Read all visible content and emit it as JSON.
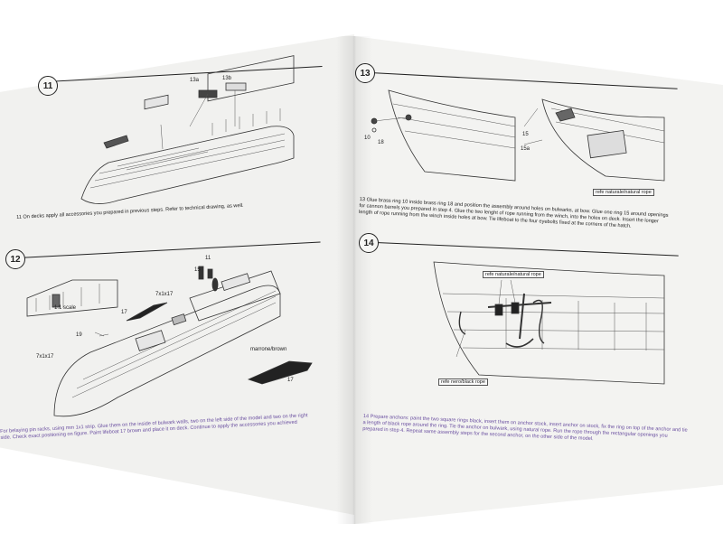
{
  "booklet": {
    "left_page": {
      "step11": {
        "number": "11",
        "caption": "11 On decks apply all accessories you prepared in previous steps. Refer to technical drawing, as well.",
        "part_labels": [
          "13a",
          "13b"
        ]
      },
      "step12": {
        "number": "12",
        "caption": "For belaying pin racks, using mm 1x1 strip. Glue them on the inside of bulwark walls, two on the left side of the model and two on the right side. Check exact positioning on figure. Paint lifeboat 17 brown and place it on deck. Continue to apply the accessories you achieved",
        "scale_label": "1:1 scale",
        "part_labels": [
          "11",
          "15",
          "19",
          "7x1x17",
          "17",
          "7x1x17",
          "17"
        ],
        "color_label": "marrone/brown"
      }
    },
    "right_page": {
      "step13": {
        "number": "13",
        "caption": "13 Glue brass ring 10 inside brass ring 18 and position the assembly around holes on bulwarks, at bow. Glue one ring 15 around openings for cannon barrels you prepared in step 4. Glue the two lenght of rope running from the winch, into the holes on deck. Insert the longer length of rope running from the winch inside holes at bow. Tie lifeboat to the four eyebolts fixed at the corners of the hatch.",
        "part_labels": [
          "10",
          "18",
          "15",
          "15a"
        ],
        "rope_tag": "refe naturale/natural rope"
      },
      "step14": {
        "number": "14",
        "caption": "14 Prepare anchors: paint the two square rings black, insert them on anchor stock, insert anchor on stock, fix the ring on top of the anchor and tie a length of black rope around the ring. Tie the anchor on bulwark, using natural rope. Run the rope through the rectangular openings you prepared in step 4. Repeat same assembly steps for the second anchor, on the other side of the model.",
        "natural_rope_tag": "refe naturale/natural rope",
        "black_rope_tag": "refe nero/black rope"
      }
    }
  }
}
